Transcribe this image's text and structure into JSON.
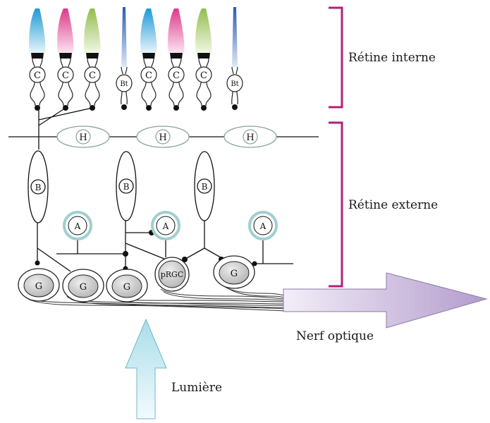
{
  "regions": {
    "inner_retina": "Rétine interne",
    "outer_retina": "Rétine externe"
  },
  "labels": {
    "optic_nerve": "Nerf optique",
    "light": "Lumière"
  },
  "cells": {
    "cone": "C",
    "rod": "Bt",
    "horizontal": "H",
    "bipolar": "B",
    "amacrine": "A",
    "ganglion": "G",
    "prgc": "pRGC"
  },
  "colors": {
    "bracket": "#b0207a",
    "cone_blue": "#2aa6d8",
    "cone_pink": "#e0458f",
    "cone_green": "#9cc25a",
    "rod": "#2f63b6",
    "amacrine_ring": "#9fcfcf",
    "ganglion_fill": "#c8c8c8",
    "horizontal_stroke": "#8aa0a0",
    "nerve_arrow": "#c6b3d9",
    "light_arrow": "#bfe6ee"
  }
}
